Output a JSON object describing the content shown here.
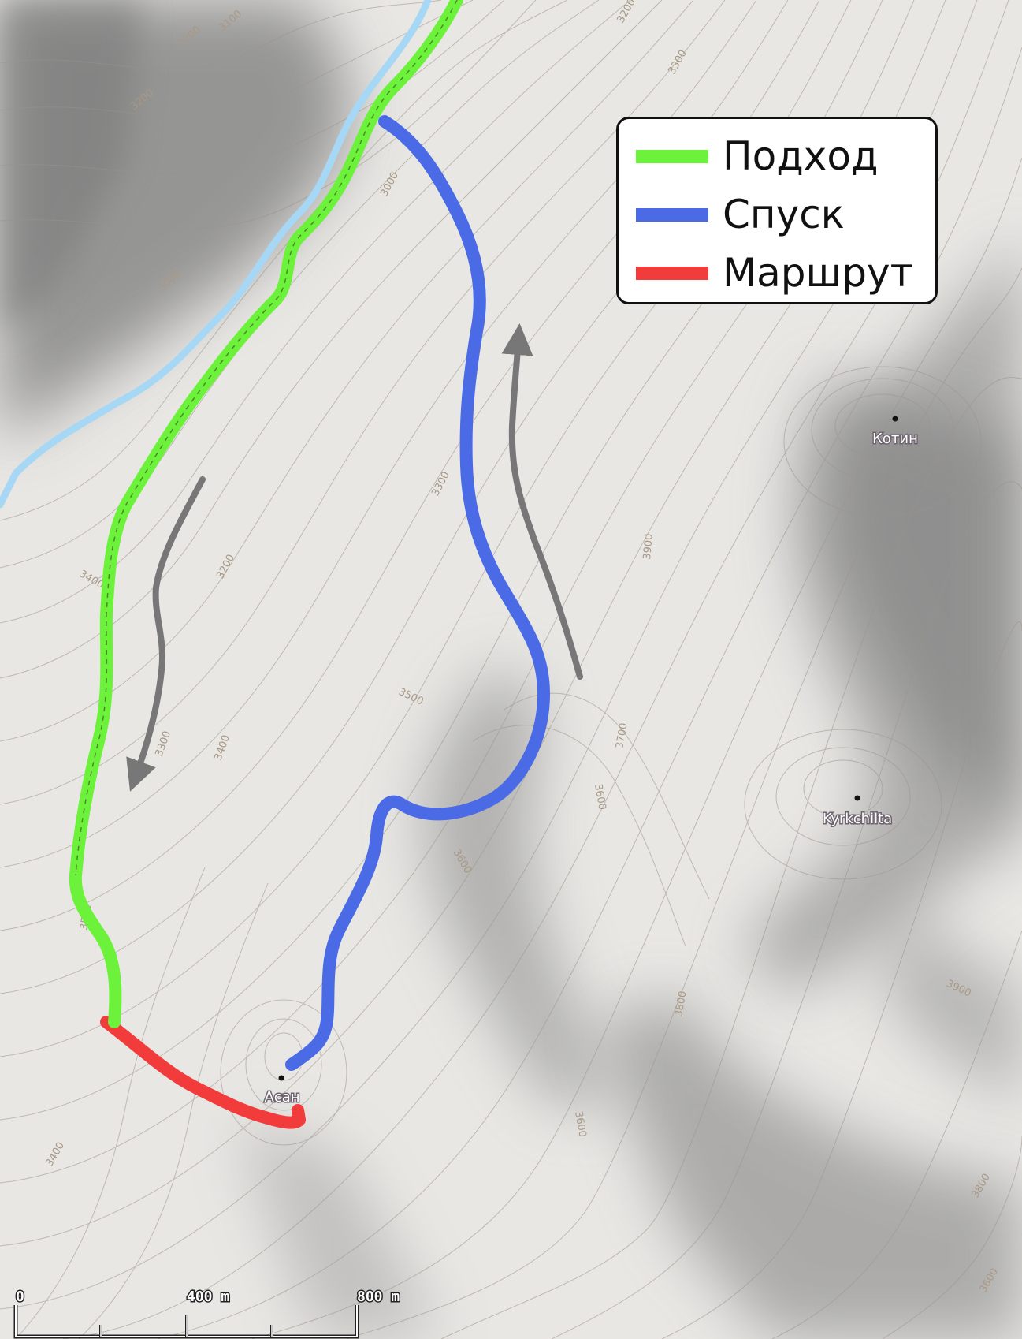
{
  "legend": {
    "items": [
      {
        "label": "Подход",
        "color": "#6cf23a"
      },
      {
        "label": "Спуск",
        "color": "#4a6ae6"
      },
      {
        "label": "Маршрут",
        "color": "#f23b3b"
      }
    ]
  },
  "places": {
    "kotin": "Котин",
    "kyrkchilta": "Kyrkchilta",
    "asan": "Асан"
  },
  "contours": {
    "c1": "3200",
    "c2": "3100",
    "c3": "3200",
    "c4": "3000",
    "c5": "3200",
    "c6": "3300",
    "c7": "3000",
    "c8": "3300",
    "c9": "3400",
    "c10": "3200",
    "c11": "3900",
    "c12": "3500",
    "c13": "3300",
    "c14": "3400",
    "c15": "3700",
    "c16": "3600",
    "c17": "3600",
    "c18": "3500",
    "c19": "3800",
    "c20": "3900",
    "c21": "3600",
    "c22": "3400",
    "c23": "3800",
    "c24": "3600"
  },
  "scale": {
    "zero": "0",
    "mid": "400 m",
    "max": "800 m"
  },
  "colors": {
    "river": "#a6d8f5",
    "arrow": "#777777"
  }
}
